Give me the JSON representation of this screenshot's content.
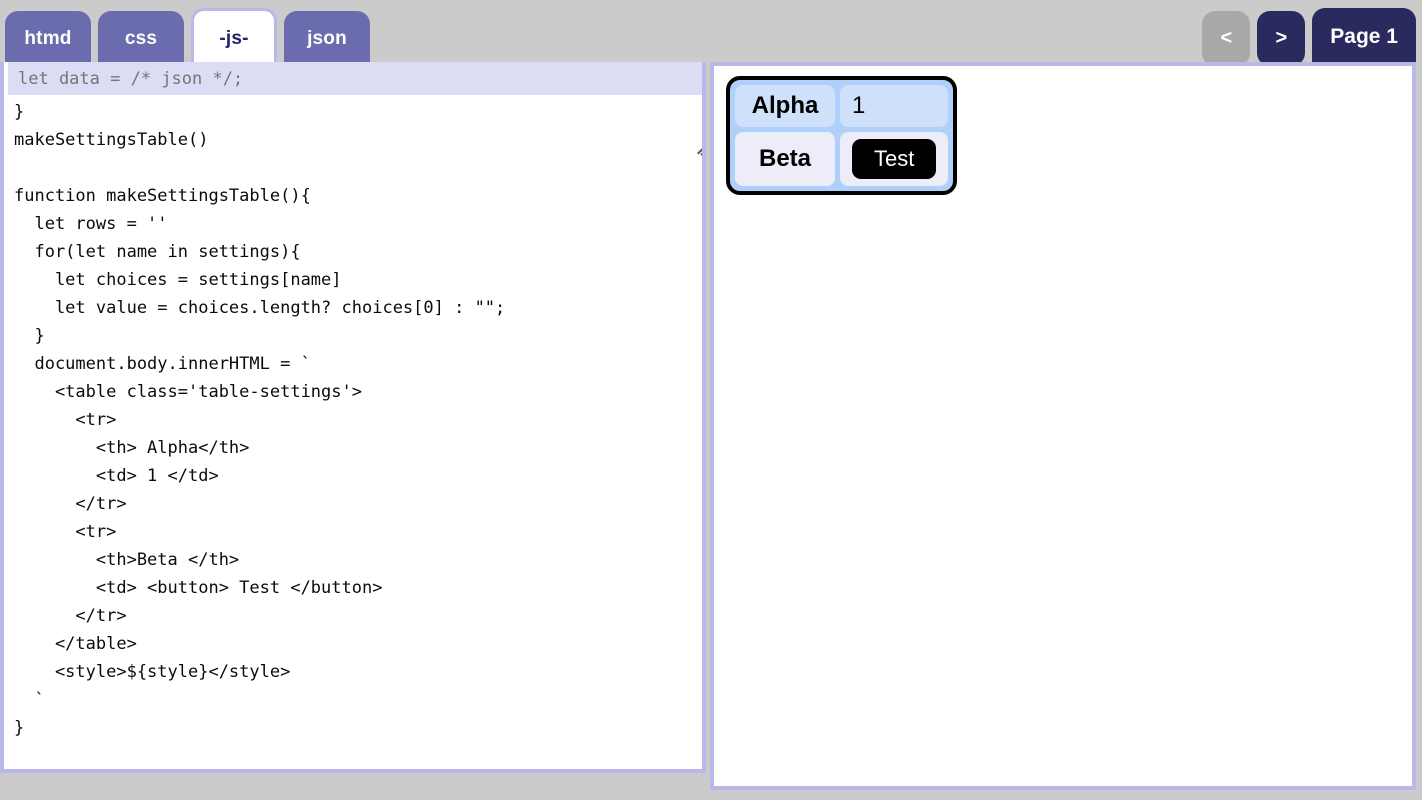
{
  "header": {
    "tabs": [
      {
        "label": "htmd",
        "active": false
      },
      {
        "label": "css",
        "active": false
      },
      {
        "label": "-js-",
        "active": true
      },
      {
        "label": "json",
        "active": false
      }
    ],
    "nav": {
      "prev_label": "<",
      "next_label": ">",
      "page_label": "Page 1"
    }
  },
  "editor": {
    "overlay_input_placeholder": "let data = /* json */;",
    "overlay_input_value": "",
    "code": "  'beta' : words('a b c d e')\n}\nmakeSettingsTable()\n\nfunction makeSettingsTable(){\n  let rows = ''\n  for(let name in settings){\n    let choices = settings[name]\n    let value = choices.length? choices[0] : \"\";\n  }\n  document.body.innerHTML = `\n    <table class='table-settings'>\n      <tr>\n        <th> Alpha</th>\n        <td> 1 </td>\n      </tr>\n      <tr>\n        <th>Beta </th>\n        <td> <button> Test </button>\n      </tr>\n    </table>\n    <style>${style}</style>\n  `\n}",
    "resize_grip_icon": "resize-grip-icon"
  },
  "preview": {
    "table": {
      "class_name": "table-settings",
      "rows": [
        {
          "header": "Alpha",
          "value": "1",
          "button": null
        },
        {
          "header": "Beta",
          "value": null,
          "button": "Test"
        }
      ]
    }
  },
  "colors": {
    "page_background": "#cbcbcb",
    "tab_inactive": "#6b6cae",
    "tab_active_text": "#22226a",
    "nav_active": "#2a2a5e",
    "nav_disabled": "#a9a9a9",
    "panel_border": "#b9b9e8",
    "overlay_input_background": "#dcdcf4",
    "table_background": "#aed0fa",
    "table_row1_cell": "#cfe0fb",
    "table_row2_cell": "#ecedf8",
    "button_background": "#000000"
  }
}
